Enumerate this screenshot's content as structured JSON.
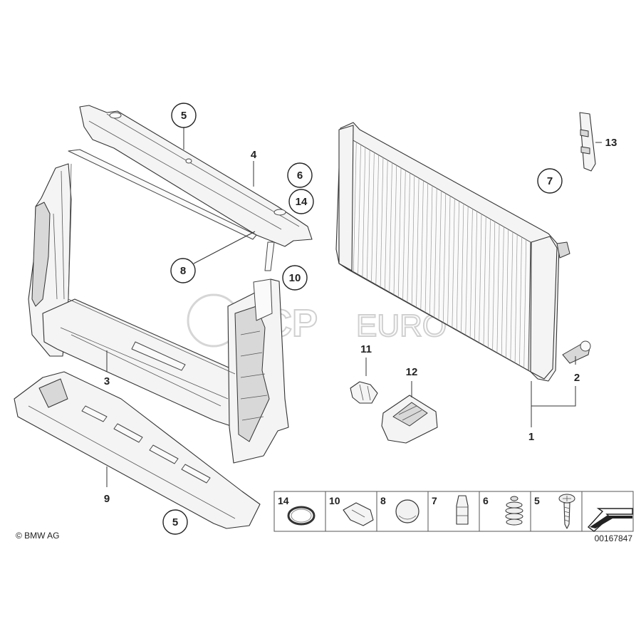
{
  "callouts": {
    "c5_top": "5",
    "c4": "4",
    "c6": "6",
    "c14": "14",
    "c8": "8",
    "c10": "10",
    "c3": "3",
    "c9": "9",
    "c5_bottom": "5",
    "c11": "11",
    "c12": "12",
    "c1": "1",
    "c2": "2",
    "c7": "7",
    "c13": "13"
  },
  "legend": {
    "items": [
      {
        "label": "14",
        "part": "o-ring"
      },
      {
        "label": "10",
        "part": "clip"
      },
      {
        "label": "8",
        "part": "plug"
      },
      {
        "label": "7",
        "part": "pin"
      },
      {
        "label": "6",
        "part": "damper"
      },
      {
        "label": "5",
        "part": "screw"
      }
    ],
    "diagram_code": "00167847"
  },
  "copyright": "© BMW AG",
  "watermark": {
    "brand_a": "FCP",
    "brand_b": "EURO"
  }
}
